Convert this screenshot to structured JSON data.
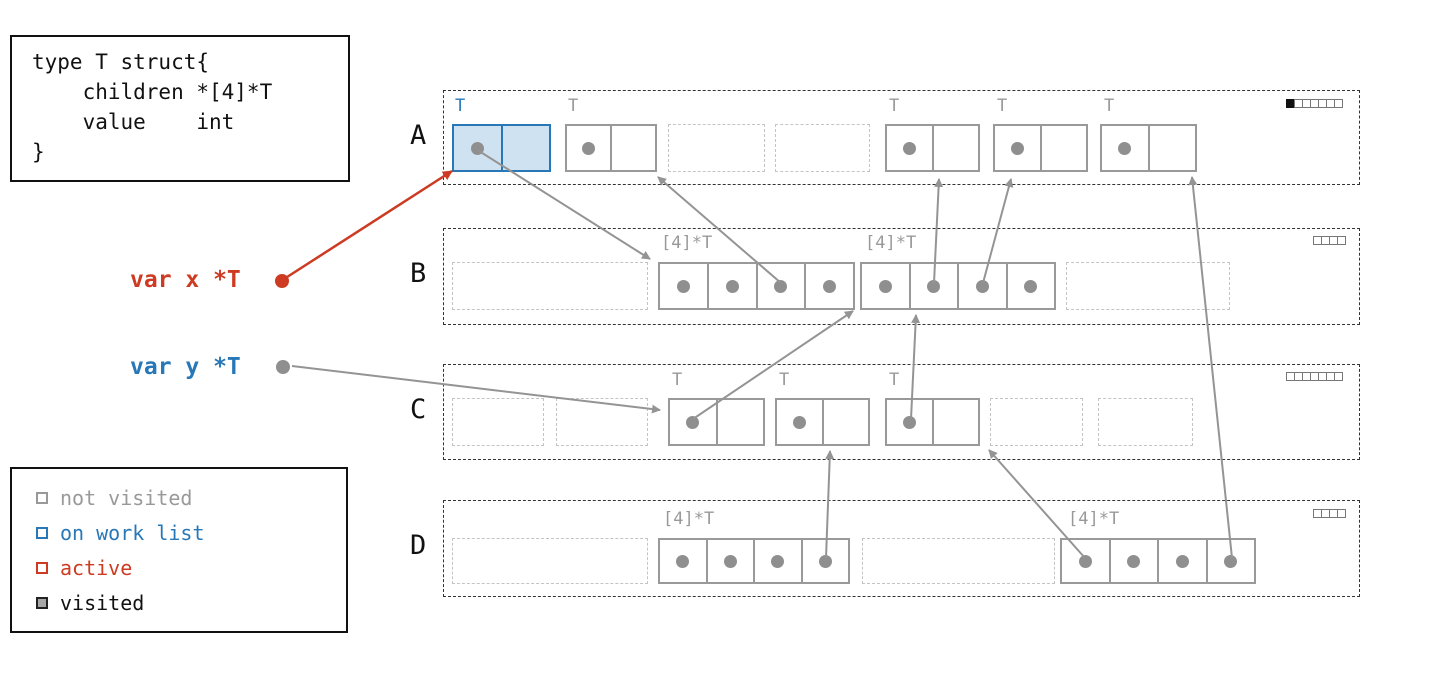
{
  "code_box": {
    "text": "type T struct{\n    children *[4]*T\n    value    int\n}"
  },
  "variables": {
    "x": {
      "label": "var x *T"
    },
    "y": {
      "label": "var y *T"
    }
  },
  "legend": {
    "items": [
      {
        "label": "not visited"
      },
      {
        "label": "on work list"
      },
      {
        "label": "active"
      },
      {
        "label": "visited"
      }
    ]
  },
  "rows": [
    {
      "label": "A"
    },
    {
      "label": "B"
    },
    {
      "label": "C"
    },
    {
      "label": "D"
    }
  ],
  "type_labels": {
    "t": "T",
    "array": "[4]*T"
  },
  "meters": {
    "a": {
      "segments": 7,
      "filled": 1
    },
    "b": {
      "segments": 4,
      "filled": 0
    },
    "c": {
      "segments": 7,
      "filled": 0
    },
    "d": {
      "segments": 4,
      "filled": 0
    }
  },
  "colors": {
    "not_visited": "#999999",
    "on_work_list": "#2878b8",
    "on_work_list_fill": "#cfe2f2",
    "active": "#cc3b22",
    "visited_border": "#999999",
    "pointer_dot": "#8f8f8f"
  }
}
